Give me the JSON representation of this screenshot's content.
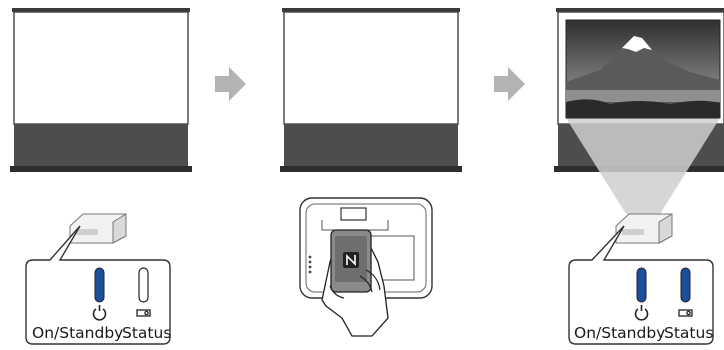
{
  "steps": [
    {
      "screen_state": "blank",
      "projector_state": "off",
      "indicators": [
        {
          "label": "On/Standby",
          "lit": true,
          "color": "#1b4f9c"
        },
        {
          "label": "Status",
          "lit": false,
          "color": "#ffffff"
        }
      ]
    },
    {
      "screen_state": "blank",
      "projector_state": "nfc-touch",
      "phone_icon": "nfc-icon"
    },
    {
      "screen_state": "projected-image",
      "projected_image": "mount-fuji-photo",
      "projector_state": "projecting",
      "indicators": [
        {
          "label": "On/Standby",
          "lit": true,
          "color": "#1b4f9c"
        },
        {
          "label": "Status",
          "lit": true,
          "color": "#1b4f9c"
        }
      ]
    }
  ],
  "arrows": [
    "arrow-right-icon",
    "arrow-right-icon"
  ],
  "colors": {
    "arrow": "#b3b3b3",
    "screen_bottom": "#4d4d4d",
    "frame": "#3a3a3a",
    "led_blue": "#1b4f9c",
    "beam": "#cfcfcf"
  }
}
